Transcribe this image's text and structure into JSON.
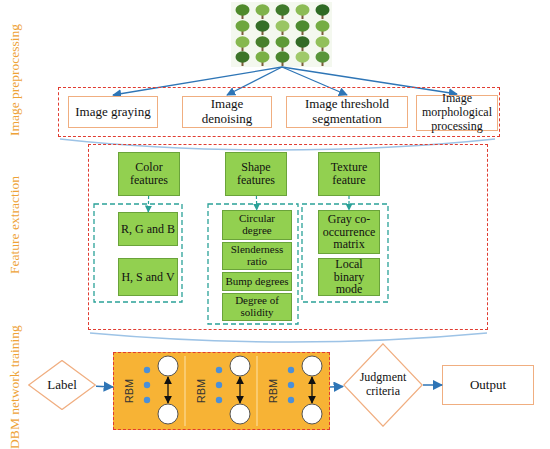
{
  "diagram": {
    "nodes": [
      {
        "text": [
          "Image preprocessing"
        ]
      },
      {
        "text": [
          "Image graying"
        ],
        "in": 0
      },
      {
        "text": [
          "Image denoising"
        ],
        "in": 0
      },
      {
        "text": [
          "Image threshold segmentation"
        ],
        "in": 0
      },
      {
        "text": [
          "Image morphological processing"
        ],
        "in": 0
      },
      {
        "text": [
          "Feature extraction"
        ]
      },
      {
        "text": [
          "Color features"
        ],
        "in": 5
      },
      {
        "text": [
          "R, G and B"
        ],
        "in": 5
      },
      {
        "text": [
          "H, S and V"
        ],
        "in": 5
      },
      {
        "text": [
          "Shape features"
        ],
        "in": 5
      },
      {
        "text": [
          "Circular degree"
        ],
        "in": 5
      },
      {
        "text": [
          "Slenderness ratio"
        ],
        "in": 5
      },
      {
        "text": [
          "Bump degrees"
        ],
        "in": 5
      },
      {
        "text": [
          "Degree of solidity"
        ],
        "in": 5
      },
      {
        "text": [
          "Texture feature"
        ],
        "in": 5
      },
      {
        "text": [
          "Gray co-occurrence matrix"
        ],
        "in": 5
      },
      {
        "text": [
          "Local binary mode"
        ],
        "in": 5
      },
      {
        "text": [
          "Label"
        ]
      },
      {
        "text": [
          "RBM",
          "RBM",
          "RBM"
        ]
      },
      {
        "text": [
          "Judgment criteria"
        ]
      },
      {
        "text": [
          "Output"
        ]
      }
    ],
    "edges": [
      {
        "from": 17,
        "to": 18,
        "arrow": "to"
      },
      {
        "from": 18,
        "to": 19,
        "arrow": "to"
      },
      {
        "from": 19,
        "to": 20,
        "arrow": "to"
      },
      {
        "from": 6,
        "to": 7,
        "arrow": "to"
      },
      {
        "from": 9,
        "to": 10,
        "arrow": "to"
      },
      {
        "from": 14,
        "to": 15,
        "arrow": "to"
      }
    ],
    "labels": [
      "DBM network training"
    ]
  }
}
